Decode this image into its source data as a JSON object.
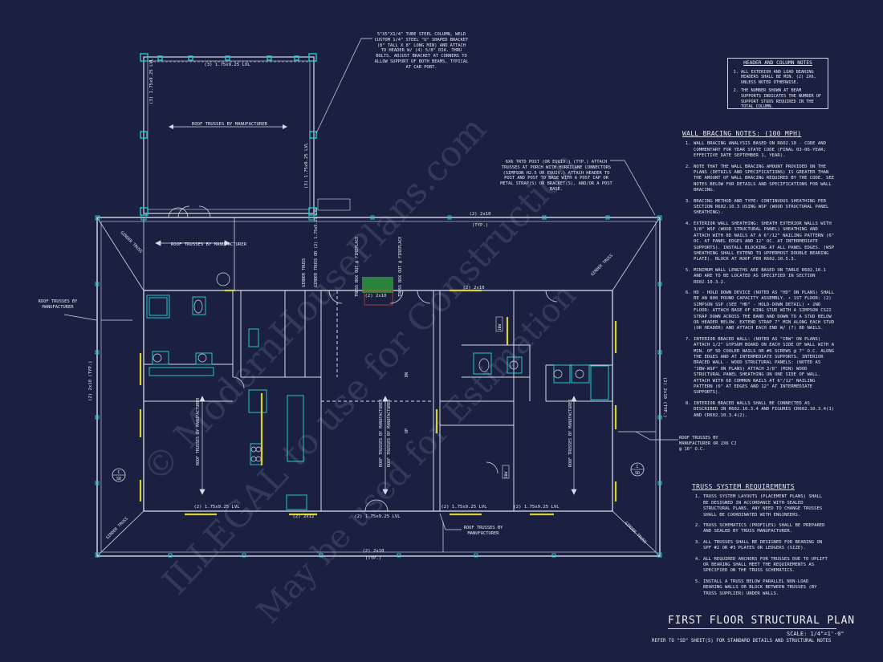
{
  "header_column_notes": {
    "heading": "HEADER AND COLUMN NOTES",
    "items": [
      "ALL EXTERIOR AND LOAD BEARING HEADERS SHALL BE MIN. (2) 2x6, UNLESS NOTED OTHERWISE.",
      "THE NUMBER SHOWN AT BEAM SUPPORTS INDICATES THE NUMBER OF SUPPORT STUDS REQUIRED IN THE TOTAL COLUMN."
    ]
  },
  "wall_bracing_notes": {
    "heading": "WALL BRACING NOTES: (100 MPH)",
    "items": [
      "WALL BRACING ANALYSIS BASED ON R602.10 - CODE AND COMMENTARY FOR YEAR STATE CODE (FINAL 03-06-YEAR; EFFECTIVE DATE SEPTEMBER 1, YEAR).",
      "NOTE THAT THE WALL BRACING AMOUNT PROVIDED ON THE PLANS (DETAILS AND SPECIFICATIONS) IS GREATER THAN THE AMOUNT OF WALL BRACING REQUIRED BY THE CODE. SEE NOTES BELOW FOR DETAILS AND SPECIFICATIONS FOR WALL BRACING.",
      "BRACING METHOD AND TYPE: CONTINUOUS SHEATHING PER SECTION R602.10.3 USING WSP (WOOD STRUCTURAL PANEL SHEATHING).",
      "EXTERIOR WALL SHEATHING: SHEATH EXTERIOR WALLS WITH 3/8\" WSP (WOOD STRUCTURAL PANEL) SHEATHING AND ATTACH WITH 8d NAILS AT A 6\"/12\" NAILING PATTERN (6\" OC. AT PANEL EDGES AND 12\" OC. AT INTERMEDIATE SUPPORTS). INSTALL BLOCKING AT ALL PANEL EDGES. (WSP SHEATHING SHALL EXTEND TO UPPERMOST DOUBLE BEARING PLATE). BLOCK AT ROOF PER R602.10.5.3.",
      "MINIMUM WALL LENGTHS ARE BASED ON TABLE R602.10.1 AND ARE TO BE LOCATED AS SPECIFIED IN SECTION R602.10.3.2.",
      "HD - HOLD DOWN DEVICE (NOTED AS \"HD\" ON PLANS) SHALL BE AN 800 POUND CAPACITY ASSEMBLY. • 1ST FLOOR: (2) SIMPSON SSP (SEE \"HD\" - HOLD-DOWN DETAIL) • 2ND FLOOR: ATTACH BASE OF KING STUD WITH A SIMPSON CS22 STRAP DOWN ACROSS THE BAND AND DOWN TO A STUD BELOW OR HEADER BELOW. EXTEND STRAP 7\" MIN ALONG EACH STUD (OR HEADER) AND ATTACH EACH END W/ (7) 8d NAILS.",
      "INTERIOR BRACED WALL: (NOTED AS \"IBW\" ON PLANS) ATTACH 1/2\" GYPSUM BOARD ON EACH SIDE OF WALL WITH A MIN. OF 5d COOLER NAILS OR #6 SCREWS @ 7\" O.C. ALONG THE EDGES AND AT INTERMEDIATE SUPPORTS. INTERIOR BRACED WALL - WOOD STRUCTURAL PANELS: (NOTED AS \"IBW-WSP\" ON PLANS) ATTACH 3/8\" (MIN) WOOD STRUCTURAL PANEL SHEATHING ON ONE SIDE OF WALL. ATTACH WITH 6d COMMON NAILS AT 6\"/12\" NAILING PATTERN (6\" AT EDGES AND 12\" AT INTERMEDIATE SUPPORTS).",
      "INTERIOR BRACED WALLS SHALL BE CONNECTED AS DESCRIBED IN R602.10.3.4 AND FIGURES CR602.10.3.4(1) AND CR602.10.3.4(2)."
    ]
  },
  "truss_requirements": {
    "heading": "TRUSS SYSTEM REQUIREMENTS",
    "items": [
      "TRUSS SYSTEM LAYOUTS (PLACEMENT PLANS) SHALL BE DESIGNED IN ACCORDANCE WITH SEALED STRUCTURAL PLANS. ANY NEED TO CHANGE TRUSSES SHALL BE COORDINATED WITH ENGINEERS.",
      "TRUSS SCHEMATICS (PROFILES) SHALL BE PREPARED AND SEALED BY TRUSS MANUFACTURER.",
      "ALL TRUSSES SHALL BE DESIGNED FOR BEARING ON SPF #2 OR #3 PLATES OR LEDGERS (SIZE).",
      "ALL REQUIRED ANCHORS FOR TRUSSES DUE TO UPLIFT OR BEARING SHALL MEET THE REQUIREMENTS AS SPECIFIED ON THE TRUSS SCHEMATICS.",
      "INSTALL A TRUSS BELOW PARALLEL NON-LOAD BEARING WALLS OR BLOCK BETWEEN TRUSSES (BY TRUSS SUPPLIER) UNDER WALLS."
    ]
  },
  "title_block": {
    "title": "FIRST FLOOR STRUCTURAL PLAN",
    "scale": "SCALE: 1/4\"=1'-0\"",
    "refer": "REFER TO \"SD\" SHEET(S) FOR STANDARD DETAILS AND STRUCTURAL NOTES"
  },
  "callouts": {
    "column": "5\"x5\"x1/4\" TUBE STEEL COLUMN, WELD CUSTOM 1/4\" STEEL \"U\" SHAPED BRACKET (8\" TALL x 8\" LONG MIN) AND ATTACH TO HEADER W/ (4) 5/8\" DIA. THRU BOLTS. ADJUST BRACKET AT CORNERS TO ALLOW SUPPORT OF BOTH BEAMS, TYPICAL AT CAR PORT.",
    "post": "6x6 TRTD POST (OR EQUIV.) (TYP.) ATTACH TRUSSES AT PORCH WITH HURRICANE CONNECTORS (SIMPSON H2.5 OR EQUIV.) ATTACH HEADER TO POST AND POST TO BASE WITH A POST CAP OR METAL STRAP(S) OR BRACKET(S), AND/OR A POST BASE.",
    "roof_left": "ROOF TRUSSES BY MANUFACTURER",
    "roof_right": "ROOF TRUSSES BY MANUFACTURER OR 2x6 CJ @ 16\" O.C.",
    "roof_bottom": "ROOF TRUSSES BY MANUFACTURER"
  },
  "plan_labels": {
    "carport_trusses": "ROOF TRUSSES BY MANUFACTURER",
    "porch_trusses": "ROOF TRUSSES BY MANUFACTURER",
    "lvl_top": "(3) 1.75x9.25 LVL",
    "lvl_left": "(3) 1.75x9.25 LVL",
    "lvl_right": "(3) 1.75x9.25 LVL",
    "top_header": "(2) 2x10",
    "top_header_typ": "(TYP.)",
    "left_header": "(2) 2x10 (TYP.)",
    "right_header": "(2) 2x10 (TYP.)",
    "bottom_header": "(2) 2x10",
    "bottom_header_typ": "(TYP.)",
    "mid_2x10_a": "(2) 2x10",
    "mid_2x10_b": "(2) 2x10",
    "bottom_lvl_a": "(2) 1.75x9.25 LVL",
    "bottom_lvl_b": "(2) 1.75x9.25 LVL",
    "bottom_lvl_c": "(2) 1.75x9.25 LVL",
    "bottom_lvl_d": "(2) 1.75x9.25 LVL",
    "bottom_2x12": "(2) 2x12",
    "girder_1": "GIRDER TRUSS",
    "girder_2": "GIRDER TRUSS",
    "girder_3": "GIRDER TRUSS",
    "girder_4": "GIRDER TRUSS",
    "girder_5": "GIRDER TRUSS",
    "girder_lvl": "GIRDER TRUSS OR (2) 1.75x9.25 LVL",
    "fireplace_1": "TRUSS BOX OUT @ FIREPLACE",
    "fireplace_2": "TRUSS BOX OUT @ FIREPLACE",
    "interior_trusses_1": "ROOF TRUSSES BY MANUFACTURER",
    "interior_trusses_2": "ROOF TRUSSES BY MANUFACTURER",
    "interior_trusses_3": "ROOF TRUSSES BY MANUFACTURER",
    "interior_trusses_4": "ROOF TRUSSES BY MANUFACTURER",
    "dn": "DN",
    "up": "UP",
    "ibw_1": "IBW",
    "ibw_2": "IBW",
    "sd_1": "C",
    "sd_1b": "SD",
    "sd_2": "C",
    "sd_2b": "SD"
  },
  "watermarks": {
    "a": "© ModernHousePlans.com",
    "b": "ILLEGAL to use for Construction",
    "c": "May be used for Estimation"
  },
  "colors": {
    "background": "#1b2040",
    "linework": "#d7dbea",
    "column_highlight": "#26c6c8",
    "wall_brace": "#d8d32a",
    "fireplace": "#2f9b3a"
  }
}
